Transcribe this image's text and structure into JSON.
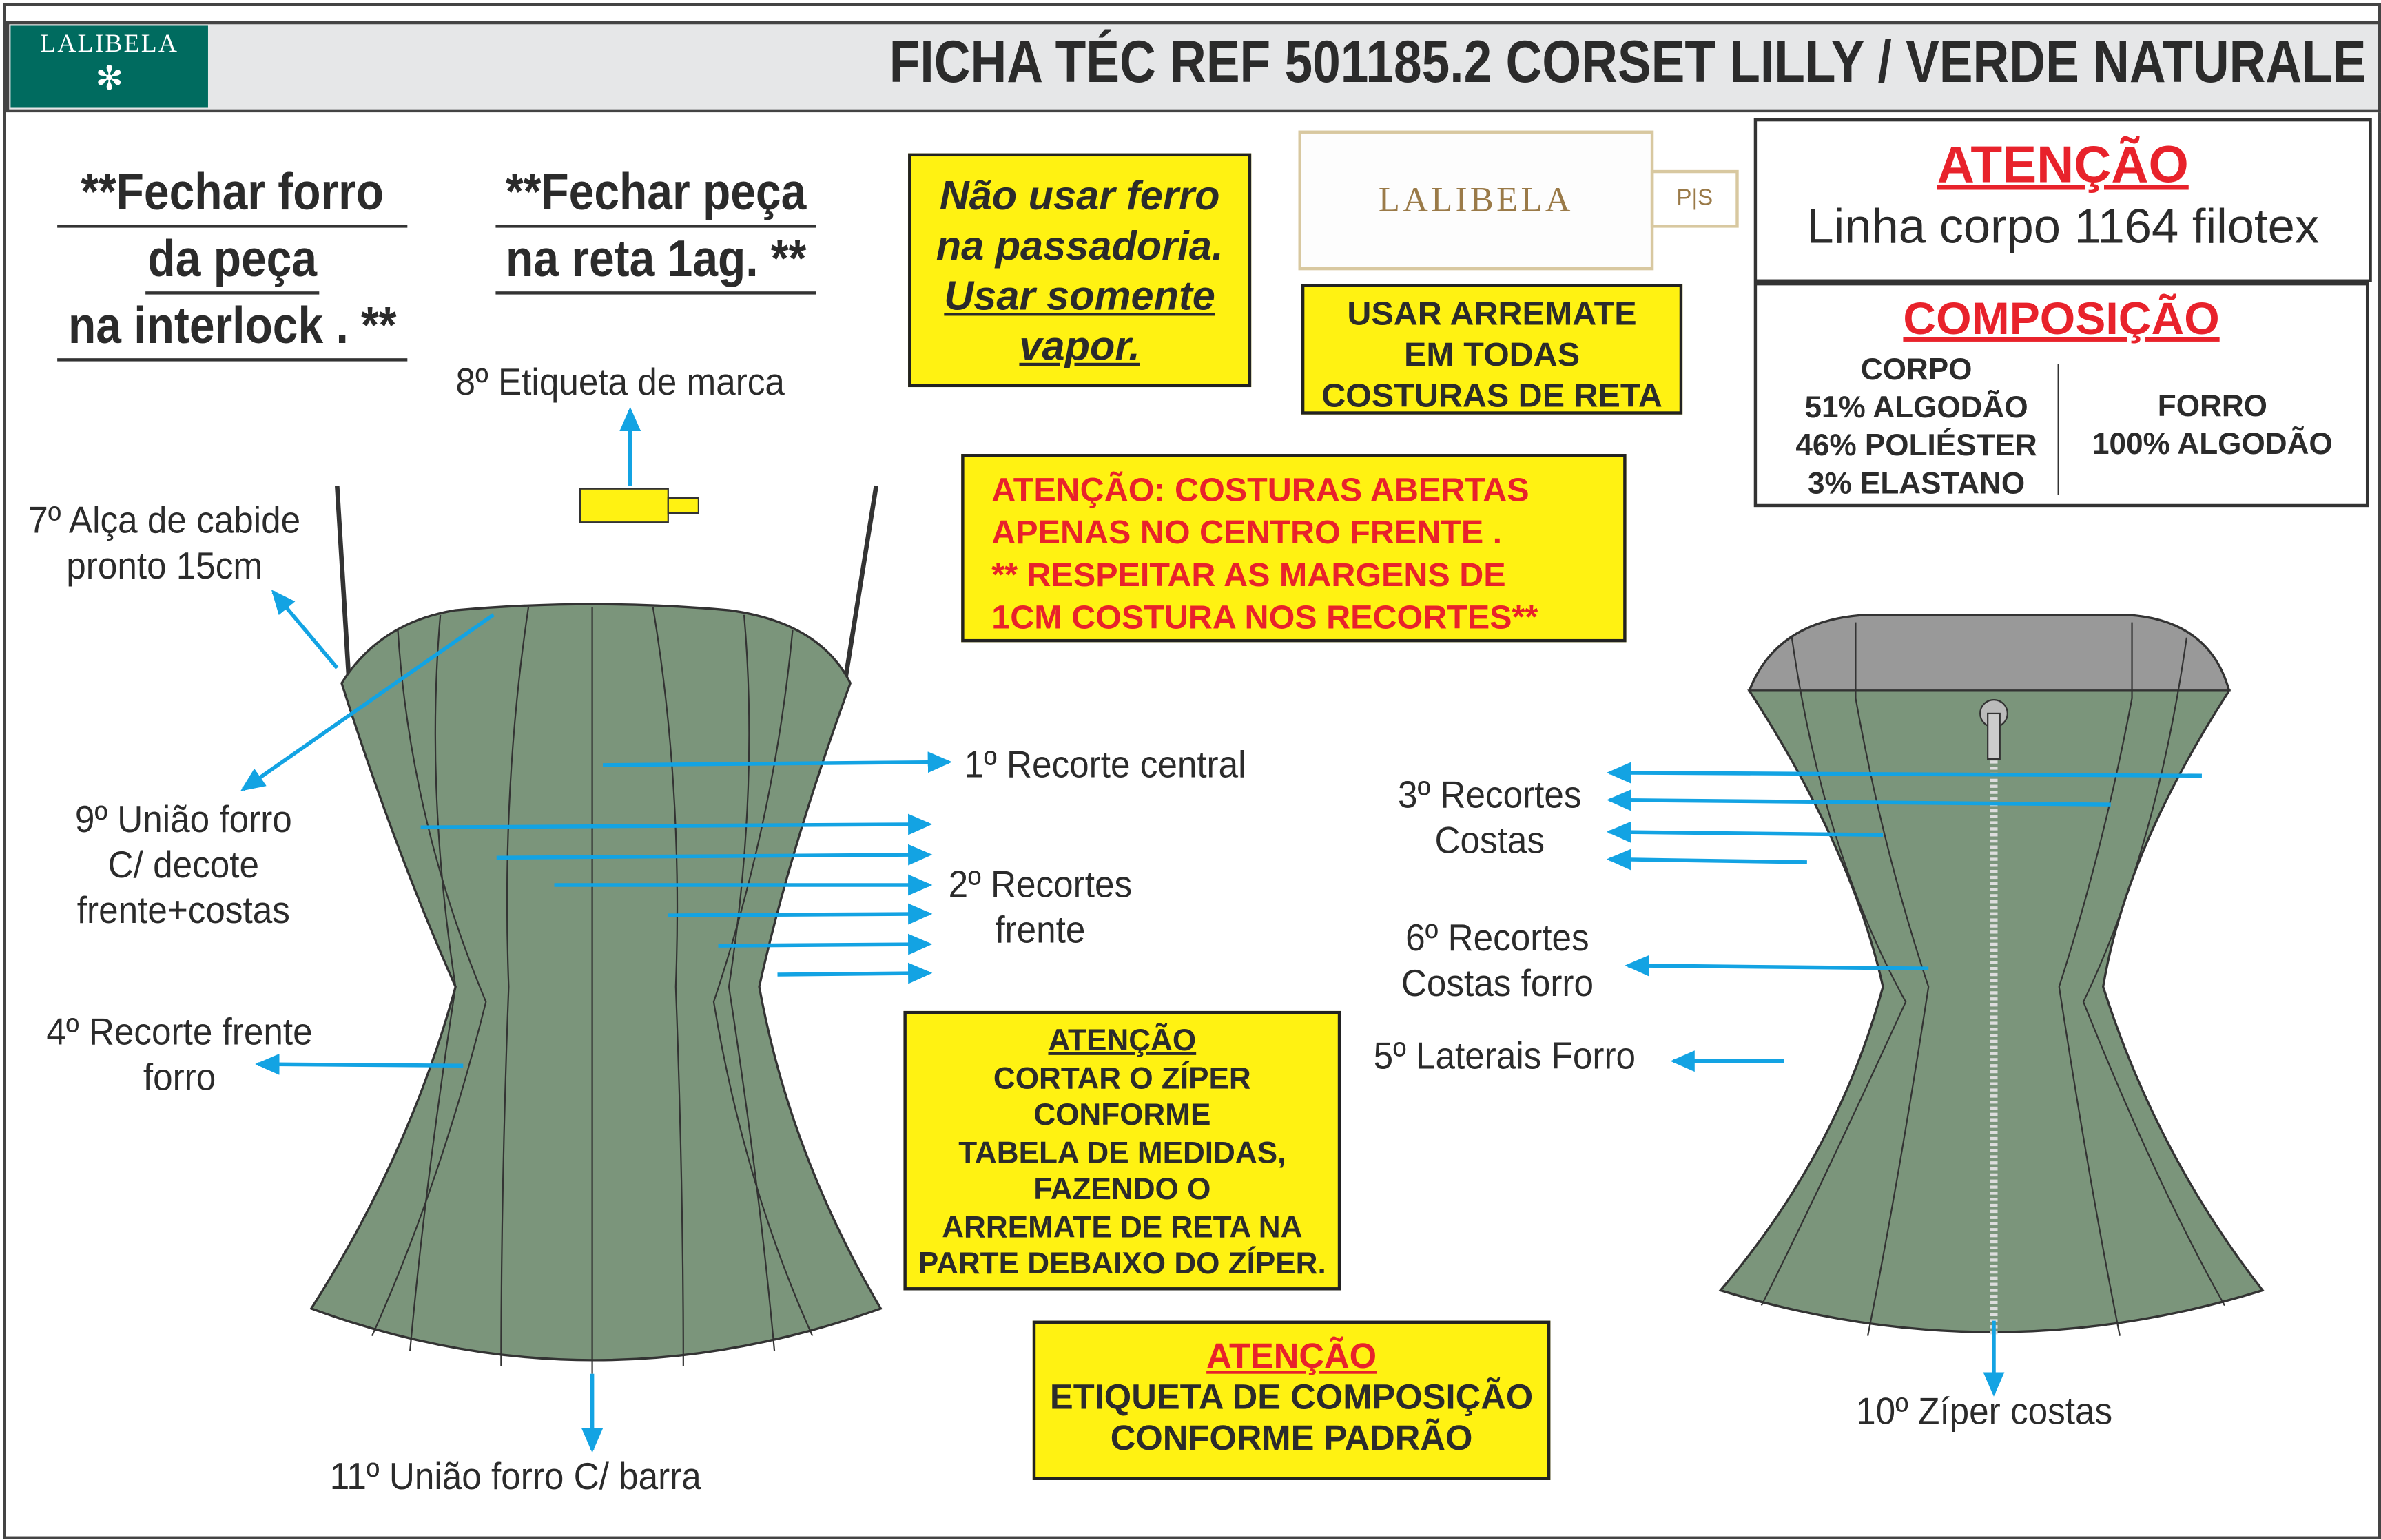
{
  "header": {
    "logo_text": "LALIBELA",
    "title": "FICHA TÉC REF 501185.2 CORSET LILLY / VERDE NATURALE"
  },
  "notes": {
    "forro": [
      "**Fechar forro",
      "da peça",
      "na interlock . **"
    ],
    "peca": [
      "**Fechar peça",
      "na reta 1ag. **"
    ]
  },
  "ferro_box": [
    "Não usar ferro",
    "na passadoria.",
    "Usar somente",
    "vapor."
  ],
  "brand_label": {
    "name": "LALIBELA",
    "size": "P|S"
  },
  "arremate_box": [
    "USAR ARREMATE",
    "EM TODAS",
    "COSTURAS DE RETA"
  ],
  "atencao_linha": {
    "title": "ATENÇÃO",
    "text": "Linha corpo 1164 filotex"
  },
  "composicao": {
    "title": "COMPOSIÇÃO",
    "corpo": [
      "CORPO",
      "51% ALGODÃO",
      "46% POLIÉSTER",
      "3% ELASTANO"
    ],
    "forro": [
      "FORRO",
      "100% ALGODÃO"
    ]
  },
  "costuras_box": [
    "ATENÇÃO: COSTURAS ABERTAS",
    "APENAS NO CENTRO FRENTE .",
    "** RESPEITAR AS MARGENS DE",
    "1CM COSTURA NOS RECORTES**"
  ],
  "ziper_box": {
    "title": "ATENÇÃO",
    "lines": [
      "CORTAR O ZÍPER",
      "CONFORME",
      "TABELA DE MEDIDAS,",
      "FAZENDO O",
      "ARREMATE DE RETA NA",
      "PARTE DEBAIXO DO ZÍPER."
    ]
  },
  "etiqueta_box": {
    "title": "ATENÇÃO",
    "lines": [
      "ETIQUETA DE COMPOSIÇÃO",
      "CONFORME PADRÃO"
    ]
  },
  "labels": {
    "l8": "8º Etiqueta de marca",
    "l7": [
      "7º Alça de cabide",
      "pronto 15cm"
    ],
    "l9": [
      "9º União forro",
      "C/ decote",
      "frente+costas"
    ],
    "l4": [
      "4º Recorte frente",
      "forro"
    ],
    "l1": "1º Recorte central",
    "l2": [
      "2º Recortes",
      "frente"
    ],
    "l11": "11º União forro C/ barra",
    "l3": [
      "3º Recortes",
      "Costas"
    ],
    "l6": [
      "6º Recortes",
      "Costas forro"
    ],
    "l5": "5º Laterais Forro",
    "l10": "10º Zíper costas"
  },
  "colors": {
    "garment": "#7b957b",
    "arrow": "#13a3e3",
    "yellow": "#fff212",
    "red": "#e8222b",
    "logo": "#006b5f"
  }
}
